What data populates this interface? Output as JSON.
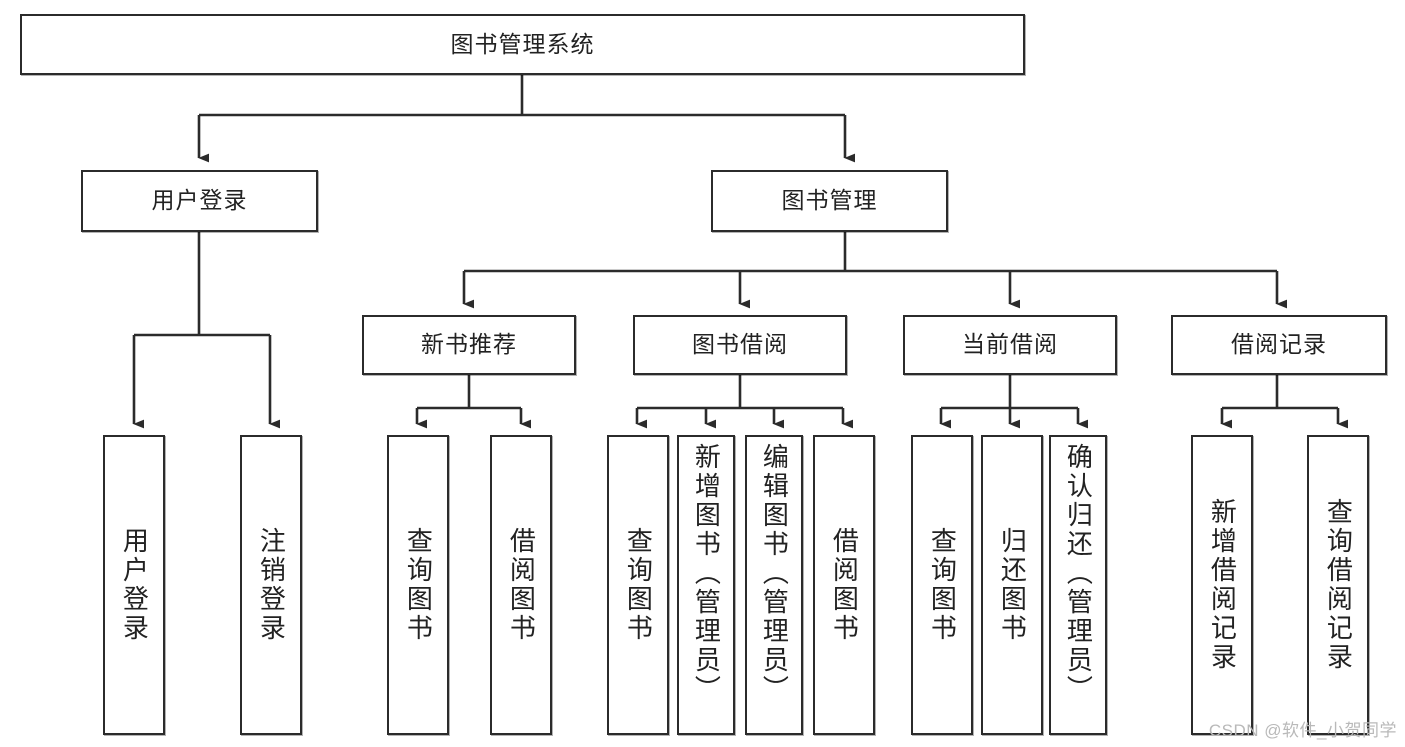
{
  "diagram": {
    "type": "tree-hierarchy-chart",
    "title": "图书管理系统",
    "watermark": "CSDN @软件_小贺同学",
    "colors": {
      "box_border": "#2b2b2b",
      "box_fill": "#ffffff",
      "line": "#2b2b2b",
      "text": "#222222",
      "watermark": "#b9b9b9"
    },
    "levels": {
      "level1": [
        {
          "id": "root",
          "label": "图书管理系统"
        }
      ],
      "level2": [
        {
          "id": "user-login",
          "label": "用户登录",
          "parent": "root"
        },
        {
          "id": "book-manage",
          "label": "图书管理",
          "parent": "root"
        }
      ],
      "level3": [
        {
          "id": "new-book-recommend",
          "label": "新书推荐",
          "parent": "book-manage"
        },
        {
          "id": "book-borrow",
          "label": "图书借阅",
          "parent": "book-manage"
        },
        {
          "id": "current-borrow",
          "label": "当前借阅",
          "parent": "book-manage"
        },
        {
          "id": "borrow-record",
          "label": "借阅记录",
          "parent": "book-manage"
        }
      ],
      "level4": [
        {
          "id": "leaf-user-login",
          "label": "用户登录",
          "parent": "user-login"
        },
        {
          "id": "leaf-logout",
          "label": "注销登录",
          "parent": "user-login"
        },
        {
          "id": "leaf-query-book-1",
          "label": "查询图书",
          "parent": "new-book-recommend"
        },
        {
          "id": "leaf-borrow-book-1",
          "label": "借阅图书",
          "parent": "new-book-recommend"
        },
        {
          "id": "leaf-query-book-2",
          "label": "查询图书",
          "parent": "book-borrow"
        },
        {
          "id": "leaf-add-book",
          "label": "新增图书（管理员）",
          "parent": "book-borrow"
        },
        {
          "id": "leaf-edit-book",
          "label": "编辑图书（管理员）",
          "parent": "book-borrow"
        },
        {
          "id": "leaf-borrow-book-2",
          "label": "借阅图书",
          "parent": "book-borrow"
        },
        {
          "id": "leaf-query-book-3",
          "label": "查询图书",
          "parent": "current-borrow"
        },
        {
          "id": "leaf-return-book",
          "label": "归还图书",
          "parent": "current-borrow"
        },
        {
          "id": "leaf-confirm-return",
          "label": "确认归还（管理员）",
          "parent": "current-borrow"
        },
        {
          "id": "leaf-add-record",
          "label": "新增借阅记录",
          "parent": "borrow-record"
        },
        {
          "id": "leaf-query-record",
          "label": "查询借阅记录",
          "parent": "borrow-record"
        }
      ]
    }
  }
}
